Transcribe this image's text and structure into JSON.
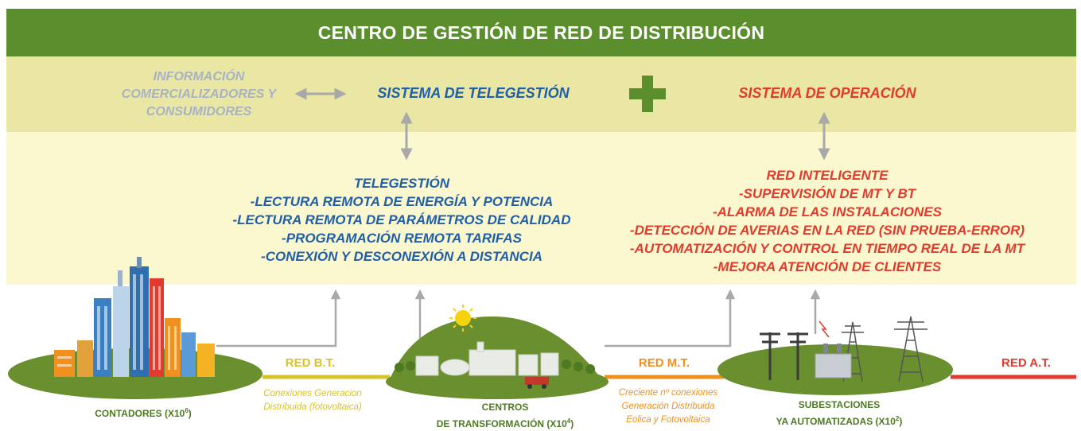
{
  "header": {
    "title": "CENTRO DE GESTIÓN DE RED DE DISTRIBUCIÓN"
  },
  "top": {
    "info": [
      "INFORMACIÓN",
      "COMERCIALIZADORES Y",
      "CONSUMIDORES"
    ],
    "telegestion_title": "SISTEMA DE TELEGESTIÓN",
    "operacion_title": "SISTEMA DE OPERACIÓN"
  },
  "telegestion_list": [
    "TELEGESTIÓN",
    "-LECTURA REMOTA DE ENERGÍA Y POTENCIA",
    "-LECTURA REMOTA DE PARÁMETROS DE CALIDAD",
    "-PROGRAMACIÓN REMOTA TARIFAS",
    "-CONEXIÓN Y DESCONEXIÓN A DISTANCIA"
  ],
  "operacion_list": [
    "RED INTELIGENTE",
    "-SUPERVISIÓN DE MT Y BT",
    "-ALARMA DE LAS INSTALACIONES",
    "-DETECCIÓN DE AVERIAS EN LA RED (SIN PRUEBA-ERROR)",
    "-AUTOMATIZACIÓN Y CONTROL EN TIEMPO REAL DE LA MT",
    "-MEJORA ATENCIÓN DE CLIENTES"
  ],
  "bottom": {
    "contadores": {
      "label": "CONTADORES (X10",
      "exp": "6",
      "end": ")"
    },
    "red_bt": {
      "label": "RED B.T.",
      "note1": "Conexiones Generacion",
      "note2": "Distribuida (fotovoltaica)"
    },
    "centros": {
      "line1": "CENTROS",
      "line2": "DE TRANSFORMACIÓN (X10",
      "exp": "4",
      "end": ")"
    },
    "red_mt": {
      "label": "RED M.T.",
      "note1": "Creciente nº conexiones",
      "note2": "Generación Distribuida",
      "note3": "Eolica y Fotovoltaica"
    },
    "subestaciones": {
      "line1": "SUBESTACIONES",
      "line2": "YA AUTOMATIZADAS (X10",
      "exp": "2",
      "end": ")"
    },
    "red_at": {
      "label": "RED A.T."
    }
  },
  "colors": {
    "header": "#5b8f2e",
    "band_top": "#e9e7a3",
    "band_bottom": "#fbf7cf",
    "blue": "#1f5fa8",
    "red": "#e23a2c",
    "bt_line": "#d6c42a",
    "mt_line": "#f0901e",
    "at_line": "#e23a2c",
    "arrow": "#a9a9a9",
    "plus": "#5b8f2e"
  }
}
